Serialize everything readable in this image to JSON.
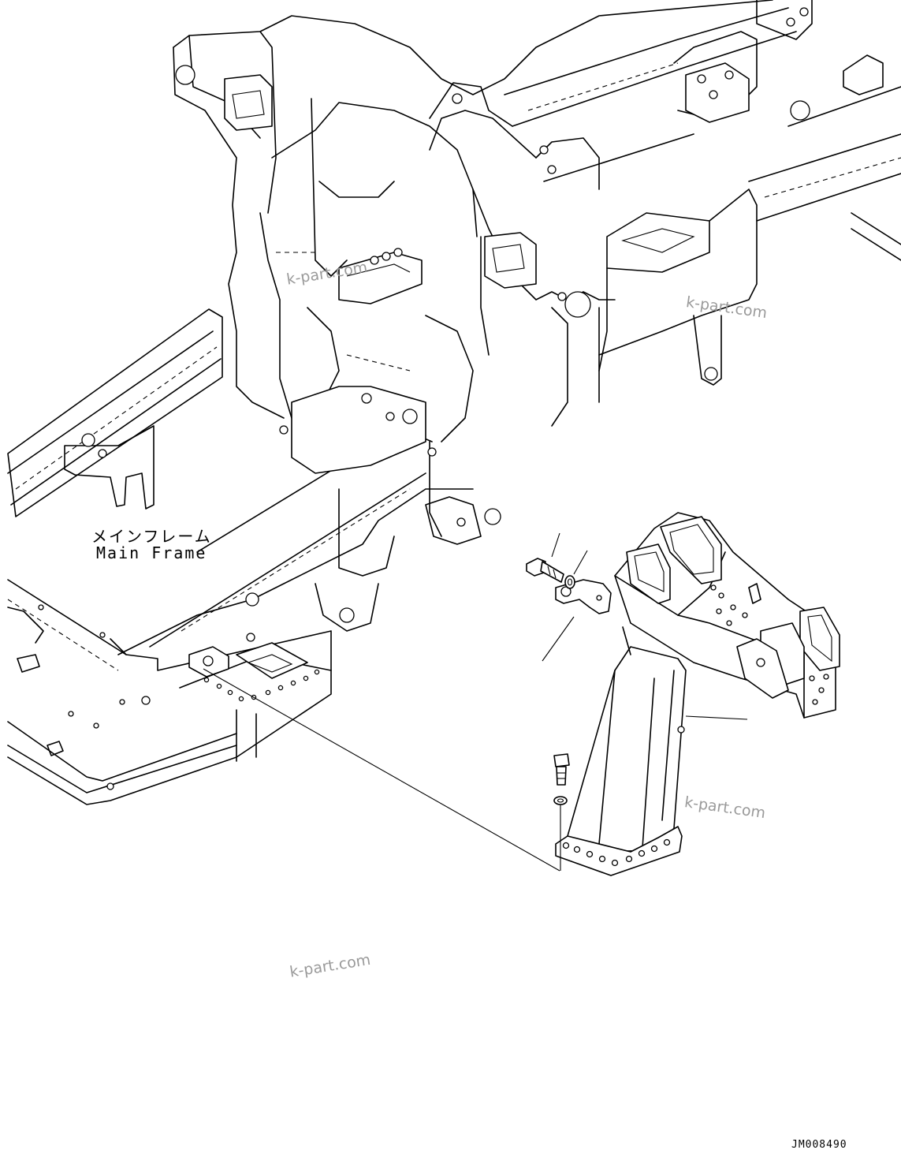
{
  "labels": {
    "main_frame_jp": "メインフレーム",
    "main_frame_en": "Main Frame"
  },
  "watermarks": [
    "k-part.com",
    "k-part.com",
    "k-part.com",
    "k-part.com"
  ],
  "drawing_code": "JM008490",
  "colors": {
    "line": "#000000",
    "background": "#ffffff",
    "watermark": "#9a9a9a"
  }
}
